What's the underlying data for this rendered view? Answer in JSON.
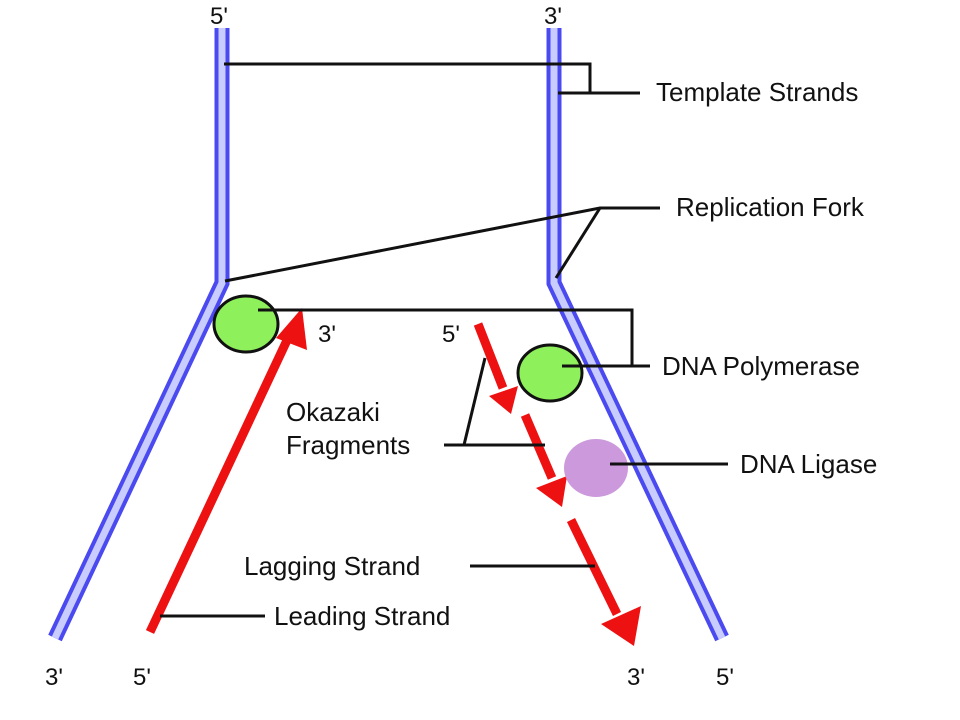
{
  "ends": {
    "top_left": "5'",
    "top_right": "3'",
    "bottom_left_template": "3'",
    "bottom_leading": "5'",
    "bottom_lagging": "3'",
    "bottom_right_template": "5'",
    "leading_tip": "3'",
    "lagging_start": "5'"
  },
  "callouts": {
    "template_strands": "Template Strands",
    "replication_fork": "Replication Fork",
    "dna_polymerase": "DNA Polymerase",
    "okazaki_line1": "Okazaki",
    "okazaki_line2": "Fragments",
    "dna_ligase": "DNA Ligase",
    "lagging_strand": "Lagging Strand",
    "leading_strand": "Leading Strand"
  },
  "colors": {
    "template_strand": "#4a4af0",
    "template_strand_fill": "#c8ccff",
    "new_strand": "#ee1111",
    "polymerase": "#8ef05a",
    "ligase": "#cc99dd"
  }
}
